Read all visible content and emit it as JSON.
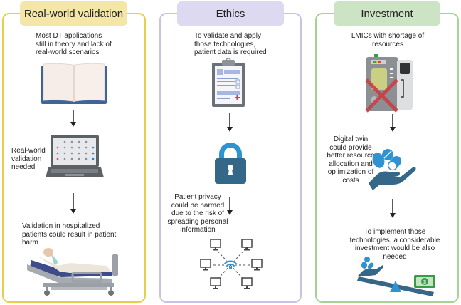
{
  "panels": [
    {
      "title": "Real-world validation",
      "color": "#e6cf4a",
      "header_color": "#f3e6a7",
      "steps": [
        {
          "text": "Most DT applications still in theory and lack of real-world scenarios",
          "icon": "open-book-icon"
        },
        {
          "text": "Real-world validation needed",
          "icon": "laptop-data-icon"
        },
        {
          "text": "Validation in hospitalized patients could result in patient harm",
          "icon": "hospital-bed-patient-icon"
        }
      ]
    },
    {
      "title": "Ethics",
      "color": "#c7c3e6",
      "header_color": "#dcd9f0",
      "steps": [
        {
          "text": "To validate and apply those technologies, patient data is required",
          "icon": "clipboard-medical-record-icon"
        },
        {
          "text": "",
          "icon": "padlock-icon"
        },
        {
          "text": "Patient privacy could be harmed due to the risk of spreading personal information",
          "icon": "network-computers-wifi-icon"
        }
      ]
    },
    {
      "title": "Investment",
      "color": "#a9d192",
      "header_color": "#cce3c4",
      "steps": [
        {
          "text": "LMICs with shortage of resources",
          "icon": "crossed-out-medical-device-icon"
        },
        {
          "text": "Digital twin could provide better resource allocation and op imization of costs",
          "icon": "hand-holding-pills-icon"
        },
        {
          "text": "To implement those technologies, a considerable investment would be also needed",
          "icon": "seesaw-pills-money-icon"
        }
      ]
    }
  ],
  "line_breaks": {
    "p1s1": [
      "Most DT applications",
      "still in theory and lack of",
      "real-world scenarios"
    ],
    "p1s2": [
      "Real-world",
      "validation",
      "needed"
    ],
    "p1s3": [
      "Validation in hospitalized",
      "patients could result in patient",
      "harm"
    ],
    "p2s1": [
      "To validate and apply",
      "those technologies,",
      "patient data is required"
    ],
    "p2s3": [
      "Patient privacy",
      "could be harmed",
      "due to the risk of",
      "spreading personal",
      "information"
    ],
    "p3s1": [
      "LMICs with shortage of",
      "resources"
    ],
    "p3s2": [
      "Digital twin",
      "could provide",
      "better resource",
      "allocation and",
      "op imization of",
      "costs"
    ],
    "p3s3": [
      "To implement those",
      "technologies, a considerable",
      "investment would be also",
      "needed"
    ]
  },
  "money_symbol": "$"
}
